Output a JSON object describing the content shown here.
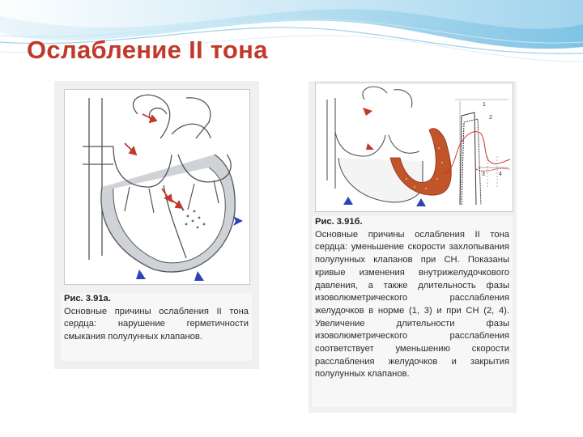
{
  "slide": {
    "title": "Ослабление II тона",
    "title_color": "#c0392b"
  },
  "figure_a": {
    "label": "Рис. 3.91а.",
    "caption": "Основные причины ослабления II тона сердца: нарушение герметичности смыкания полулунных клапанов."
  },
  "figure_b": {
    "label": "Рис. 3.91б.",
    "caption": "Основные причины ослабления II тона сердца: уменьшение скорости захлопывания полулунных клапанов при СН. Показаны кривые изменения внутрижелудочкового давления, а также длительность фазы изоволюметрического расслабления желудочков в норме (1, 3) и при СН (2, 4). Увеличение длительности фазы изоволюметрического расслабления соответствует уменьшению скорости расслабления желудочков и закрытия полулунных клапанов.",
    "curve_labels": [
      "1",
      "2",
      "3",
      "4"
    ]
  },
  "colors": {
    "accent_arrow": "#c0392b",
    "blood_arrow": "#2a44b8",
    "myocardium": "#c2542a",
    "curve_red": "#d0302a",
    "curve_black": "#333333"
  }
}
